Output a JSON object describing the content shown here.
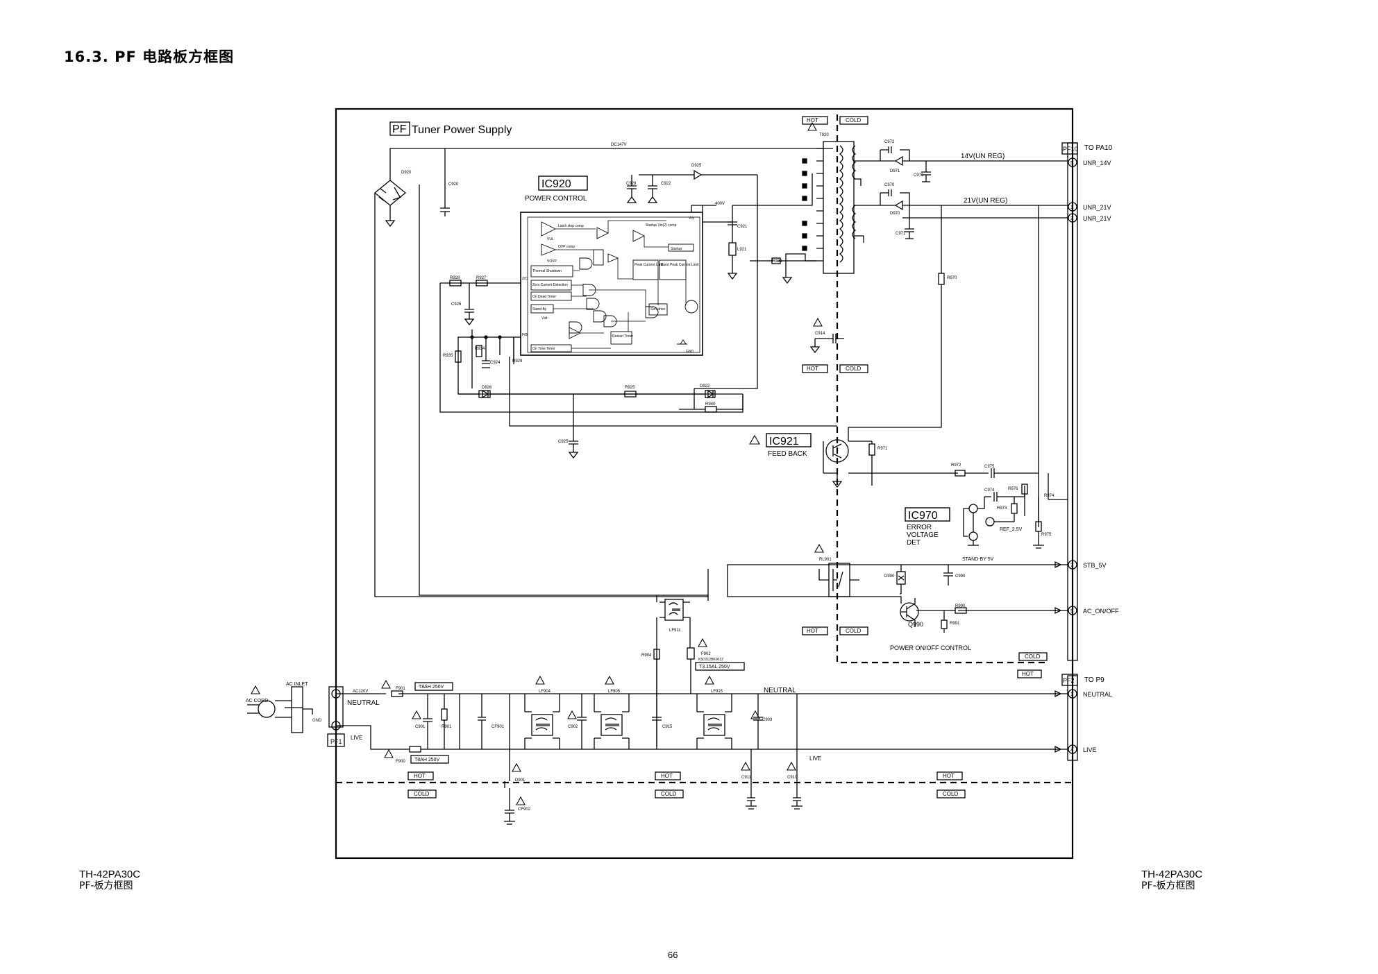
{
  "heading": "16.3. PF 电路板方框图",
  "footer": {
    "left_model": "TH-42PA30C",
    "left_caption": "PF-板方框图",
    "right_model": "TH-42PA30C",
    "right_caption": "PF-板方框图"
  },
  "page_number": "66",
  "diagram": {
    "title_box": "PF",
    "title": "Tuner Power Supply",
    "hot": "HOT",
    "cold": "COLD",
    "ic920": {
      "name": "IC920",
      "desc": "POWER CONTROL"
    },
    "ic921": {
      "name": "IC921",
      "desc": "FEED BACK"
    },
    "ic970": {
      "name": "IC970",
      "desc1": "ERROR",
      "desc2": "VOLTAGE",
      "desc3": "DET"
    },
    "t920": "T920",
    "dc147v": "DC147V",
    "v400": "400V",
    "rail_14v": "14V(UN REG)",
    "rail_21v": "21V(UN REG)",
    "pf10": "PF10",
    "to_pa10": "TO PA10",
    "pf2": "PF2",
    "to_p9": "TO P9",
    "pf1": "PF1",
    "right_pins": [
      {
        "num": "5",
        "label": "UNR_14V"
      },
      {
        "num": "1",
        "label": "UNR_21V"
      },
      {
        "num": "2",
        "label": "UNR_21V"
      },
      {
        "num": "7",
        "label": "STB_5V"
      },
      {
        "num": "9",
        "label": "AC_ON/OFF"
      }
    ],
    "p9_pins": [
      {
        "num": "1",
        "label": "NEUTRAL"
      },
      {
        "num": "4",
        "label": "LIVE"
      }
    ],
    "stand_by": "STAND-BY 5V",
    "ref": "REF_2.5V",
    "power_onoff": "POWER ON/OFF CONTROL",
    "q990": "Q990",
    "rl901": "RL901",
    "ac_inlet": "AC INLET",
    "ac_cord": "AC CORD",
    "ac120v": "AC120V",
    "gnd": "GND",
    "neutral": "NEUTRAL",
    "live": "LIVE",
    "fuse_rating_1": "T8AH 250V",
    "fuse_rating_2": "T8AH 250V",
    "fuse_rating_3": "T3.15AL 250V",
    "f902_part": "K5D312BK0012",
    "ic_blocks": {
      "latch": "Latch stop comp",
      "vul": "VUL",
      "ovp": "OVP comp",
      "vovp": "VOVP",
      "thermal": "Thermal Shutdown",
      "zero": "Zero Current Detection",
      "deadtimer": "On Dead Timer",
      "standby": "Stand By",
      "vstl": "Vstl",
      "ontime": "On Time Timer",
      "startup_ctl": "Startup Vin(2) comp",
      "startup": "Startup",
      "peak": "Peak Current Limit",
      "burst": "Burst Peak Current Limit",
      "soft": "Soft drive",
      "restart": "Restart Timer",
      "vcc": "Vcc",
      "gnd": "GND",
      "zc": "Z/C",
      "fb": "F/B"
    },
    "components": [
      "D920",
      "C920",
      "D925",
      "C928",
      "C922",
      "C921",
      "L921",
      "R924",
      "C972",
      "D971",
      "C973",
      "C970",
      "D970",
      "C971",
      "R970",
      "R928",
      "R927",
      "C926",
      "R935",
      "R934",
      "C924",
      "R929",
      "D926",
      "R925",
      "D922",
      "R940",
      "C925",
      "C914",
      "R971",
      "R972",
      "C975",
      "C974",
      "R976",
      "R973",
      "R974",
      "R975",
      "D990",
      "C990",
      "R990",
      "R991",
      "LF911",
      "R904",
      "F902",
      "F901",
      "F900",
      "C901",
      "R901",
      "CF901",
      "LF904",
      "C902",
      "LF905",
      "C915",
      "LF915",
      "C903",
      "D901",
      "CF902",
      "C911",
      "C910"
    ]
  }
}
